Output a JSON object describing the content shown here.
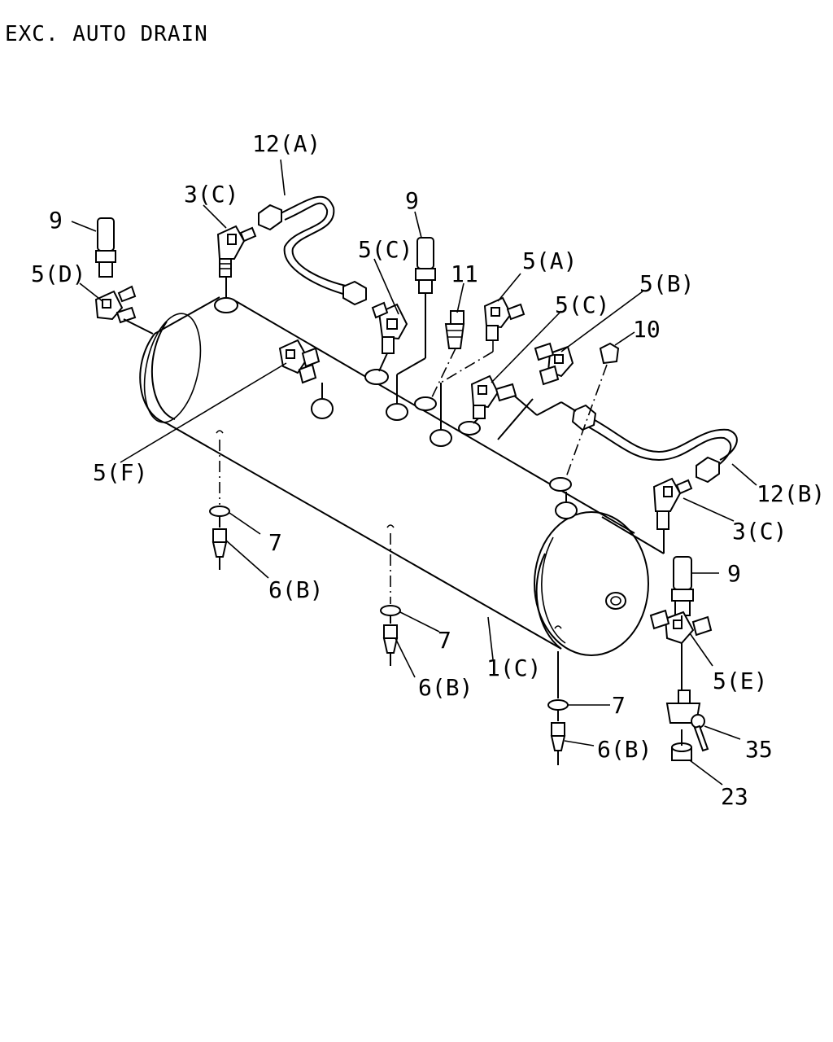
{
  "title": "EXC. AUTO DRAIN",
  "callouts": {
    "c12a": "12(A)",
    "c3c_top": "3(C)",
    "c9_left": "9",
    "c5d": "5(D)",
    "c9_mid": "9",
    "c5c_left": "5(C)",
    "c11": "11",
    "c5a": "5(A)",
    "c5c_right": "5(C)",
    "c5b": "5(B)",
    "c10": "10",
    "c5f": "5(F)",
    "c12b": "12(B)",
    "c3c_right": "3(C)",
    "c9_right": "9",
    "c7_a": "7",
    "c6b_a": "6(B)",
    "c7_b": "7",
    "c6b_b": "6(B)",
    "c1c": "1(C)",
    "c5e": "5(E)",
    "c7_c": "7",
    "c6b_c": "6(B)",
    "c35": "35",
    "c23": "23"
  }
}
